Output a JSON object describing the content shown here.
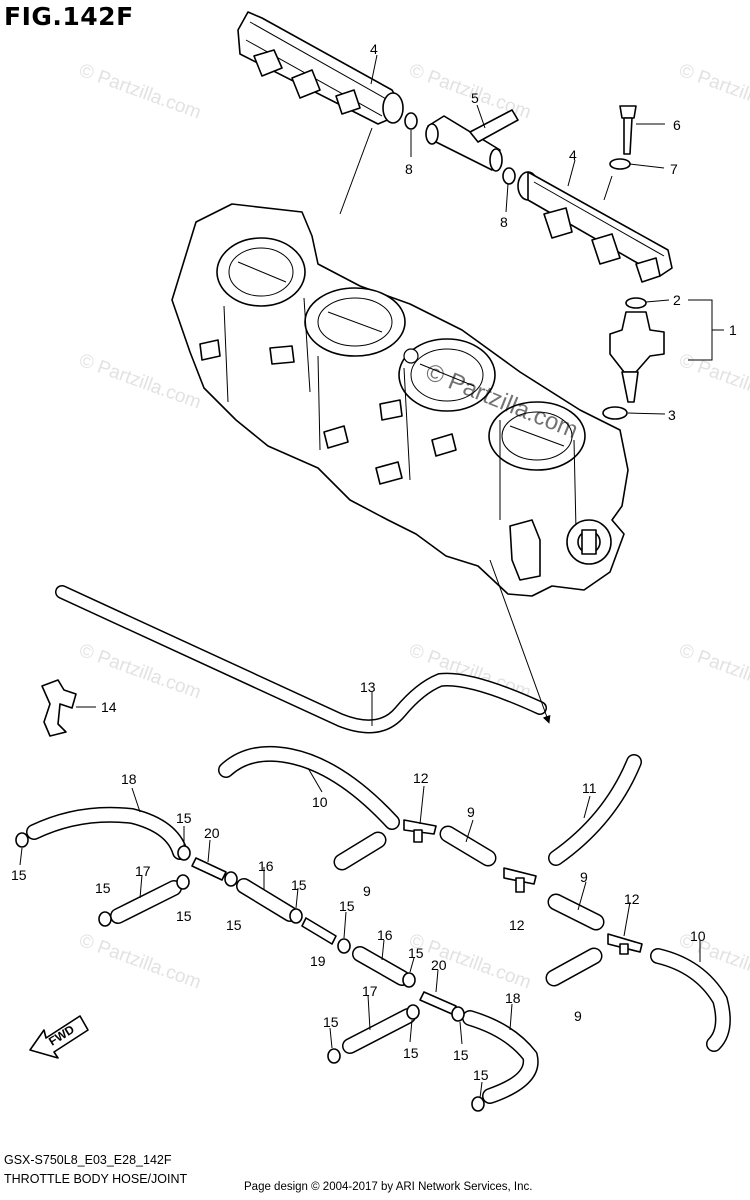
{
  "figure": {
    "title": "FIG.142F",
    "model_code": "GSX-S750L8_E03_E28_142F",
    "section_name": "THROTTLE BODY HOSE/JOINT",
    "credit": "Page design © 2004-2017 by ARI Network Services, Inc."
  },
  "watermark": {
    "text": "© Partzilla.com",
    "center_text": "© Partzilla.com"
  },
  "fwd_label": "FWD",
  "callouts": {
    "c1": "1",
    "c2": "2",
    "c3": "3",
    "c4a": "4",
    "c4b": "4",
    "c5": "5",
    "c6": "6",
    "c7": "7",
    "c8a": "8",
    "c8b": "8",
    "c9a": "9",
    "c9b": "9",
    "c9c": "9",
    "c9d": "9",
    "c10a": "10",
    "c10b": "10",
    "c11": "11",
    "c12a": "12",
    "c12b": "12",
    "c12c": "12",
    "c13": "13",
    "c14": "14",
    "c15a": "15",
    "c15b": "15",
    "c15c": "15",
    "c15d": "15",
    "c15e": "15",
    "c15f": "15",
    "c15g": "15",
    "c15h": "15",
    "c15i": "15",
    "c15j": "15",
    "c15k": "15",
    "c15l": "15",
    "c16a": "16",
    "c16b": "16",
    "c17a": "17",
    "c17b": "17",
    "c18a": "18",
    "c18b": "18",
    "c19": "19",
    "c20a": "20",
    "c20b": "20"
  }
}
